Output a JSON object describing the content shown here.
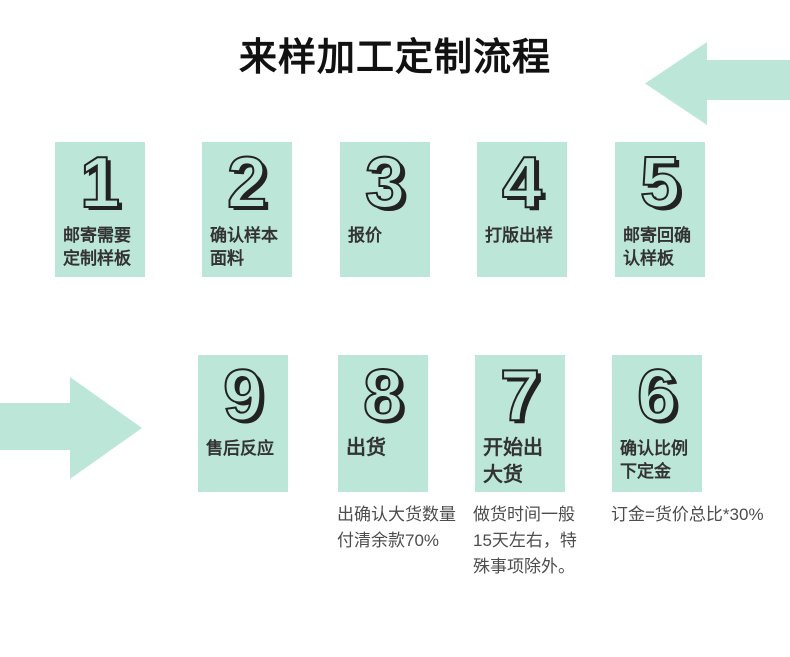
{
  "title": "来样加工定制流程",
  "colors": {
    "mint": "#bce7d8",
    "number_ink": "#222222",
    "label_ink": "#333333",
    "note_ink": "#4d4d4d",
    "background": "#ffffff"
  },
  "steps": [
    {
      "number": "1",
      "label": "邮寄需要\n定制样板"
    },
    {
      "number": "2",
      "label": "确认样本\n面料"
    },
    {
      "number": "3",
      "label": "报价"
    },
    {
      "number": "4",
      "label": "打版出样"
    },
    {
      "number": "5",
      "label": "邮寄回确\n认样板"
    },
    {
      "number": "9",
      "label": "售后反应"
    },
    {
      "number": "8",
      "label": "出货"
    },
    {
      "number": "7",
      "label": "开始出\n大货"
    },
    {
      "number": "6",
      "label": "确认比例\n下定金"
    }
  ],
  "notes": {
    "shipping": "出确认大货数量\n付清余款70%",
    "production": "做货时间一般\n15天左右，特\n殊事项除外。",
    "deposit": "订金=货价总比*30%"
  }
}
